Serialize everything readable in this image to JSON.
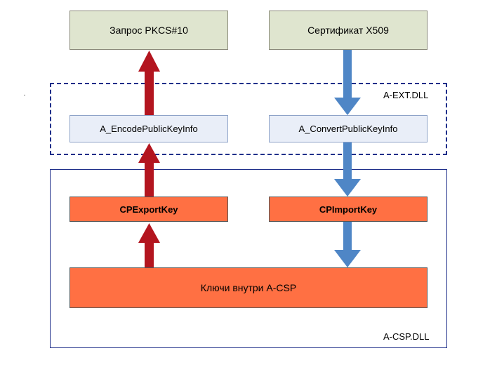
{
  "top": {
    "left_label": "Запрос PKCS#10",
    "right_label": "Сертификат X509"
  },
  "ext_dll": {
    "label": "A-EXT.DLL",
    "left_func": "A_EncodePublicKeyInfo",
    "right_func": "A_ConvertPublicKeyInfo"
  },
  "csp_dll": {
    "label": "A-CSP.DLL",
    "export_label": "CPExportKey",
    "import_label": "CPImportKey",
    "keys_label": "Ключи внутри A-CSP"
  },
  "colors": {
    "top_fill": "#dfe5cf",
    "func_fill": "#e9eef8",
    "csp_fill": "#ff7043",
    "ext_border": "#1f2f8a",
    "csp_border": "#1f2f8a",
    "export_arrow": "#b3151f",
    "import_arrow": "#4f86c6"
  }
}
